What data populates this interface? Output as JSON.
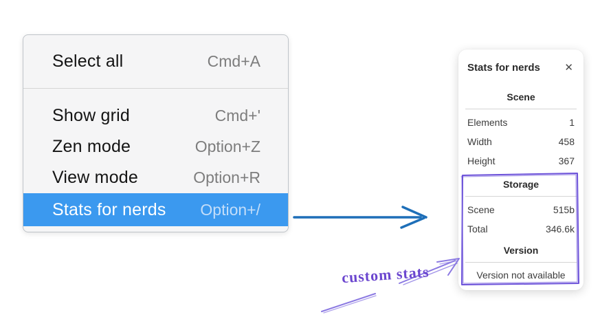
{
  "context_menu": {
    "groups": [
      {
        "items": [
          {
            "label": "Select all",
            "shortcut": "Cmd+A",
            "highlighted": false
          }
        ]
      },
      {
        "items": [
          {
            "label": "Show grid",
            "shortcut": "Cmd+'",
            "highlighted": false
          },
          {
            "label": "Zen mode",
            "shortcut": "Option+Z",
            "highlighted": false
          },
          {
            "label": "View mode",
            "shortcut": "Option+R",
            "highlighted": false
          },
          {
            "label": "Stats for nerds",
            "shortcut": "Option+/",
            "highlighted": true
          }
        ]
      }
    ],
    "highlight_color": "#3b99ef"
  },
  "stats_panel": {
    "title": "Stats for nerds",
    "close_icon": "✕",
    "sections": [
      {
        "heading": "Scene",
        "rows": [
          {
            "label": "Elements",
            "value": "1"
          },
          {
            "label": "Width",
            "value": "458"
          },
          {
            "label": "Height",
            "value": "367"
          }
        ]
      },
      {
        "heading": "Storage",
        "rows": [
          {
            "label": "Scene",
            "value": "515b"
          },
          {
            "label": "Total",
            "value": "346.6k"
          }
        ]
      },
      {
        "heading": "Version",
        "rows": [],
        "note": "Version not available"
      }
    ]
  },
  "annotation": {
    "label": "custom stats",
    "text_color": "#6b46cf",
    "box_color": "#6c52d9",
    "arrow_color": "#8b79e2"
  },
  "flow_arrow": {
    "color": "#1e6fb8"
  }
}
